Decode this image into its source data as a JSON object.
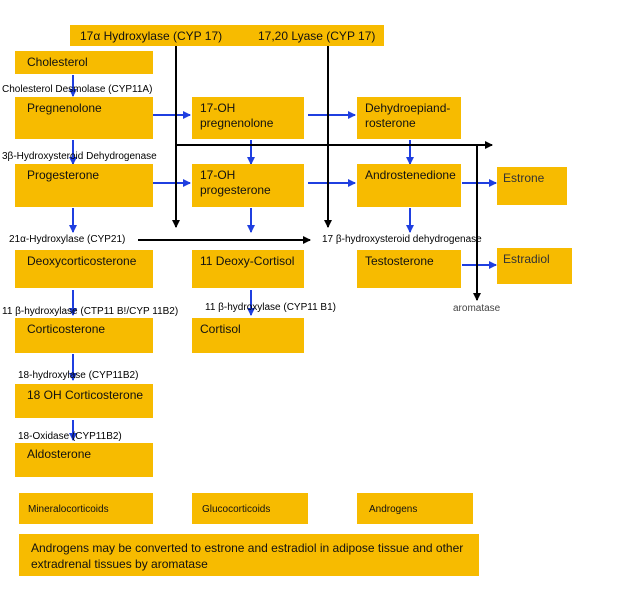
{
  "header": {
    "hydroxylase": "17α Hydroxylase (CYP 17)",
    "lyase": "17,20 Lyase (CYP 17)"
  },
  "boxes": {
    "cholesterol": "Cholesterol",
    "pregnenolone": "Pregnenolone",
    "oh_pregnenolone": "17-OH pregnenolone",
    "dhea": "Dehydroepiand-rosterone",
    "progesterone": "Progesterone",
    "oh_progesterone": "17-OH progesterone",
    "androstenedione": "Androstenedione",
    "estrone": "Estrone",
    "deoxycorticosterone": "Deoxycorticosterone",
    "deoxycortisol": "11 Deoxy-Cortisol",
    "testosterone": "Testosterone",
    "estradiol": "Estradiol",
    "corticosterone": "Corticosterone",
    "cortisol": "Cortisol",
    "oh_corticosterone": "18 OH Corticosterone",
    "aldosterone": "Aldosterone",
    "mineralocorticoids": "Mineralocorticoids",
    "glucocorticoids": "Glucocorticoids",
    "androgens": "Androgens"
  },
  "enzymes": {
    "desmolase": "Cholesterol Desmolase (CYP11A)",
    "hsd3b": "3β-Hydroxysteroid Dehydrogenase",
    "cyp21": "21α-Hydroxylase (CYP21)",
    "hsd17b": "17 β-hydroxysteroid dehydrogenase",
    "cyp11b_left": "11 β-hydroxylase (CTP11 B!/CYP 11B2)",
    "cyp11b1": "11 β-hydroxylase (CYP11 B1)",
    "cyp11b2_hydroxylase": "18-hydroxylase (CYP11B2)",
    "cyp11b2_oxidase": "18-Oxidase (CYP11B2)",
    "aromatase": "aromatase"
  },
  "note": "Androgens may be converted to estrone and estradiol in adipose tissue and other extradrenal tissues by aromatase",
  "colors": {
    "box": "#f7bb00",
    "arrow_blue": "#1f3fe0",
    "arrow_black": "#000000"
  }
}
